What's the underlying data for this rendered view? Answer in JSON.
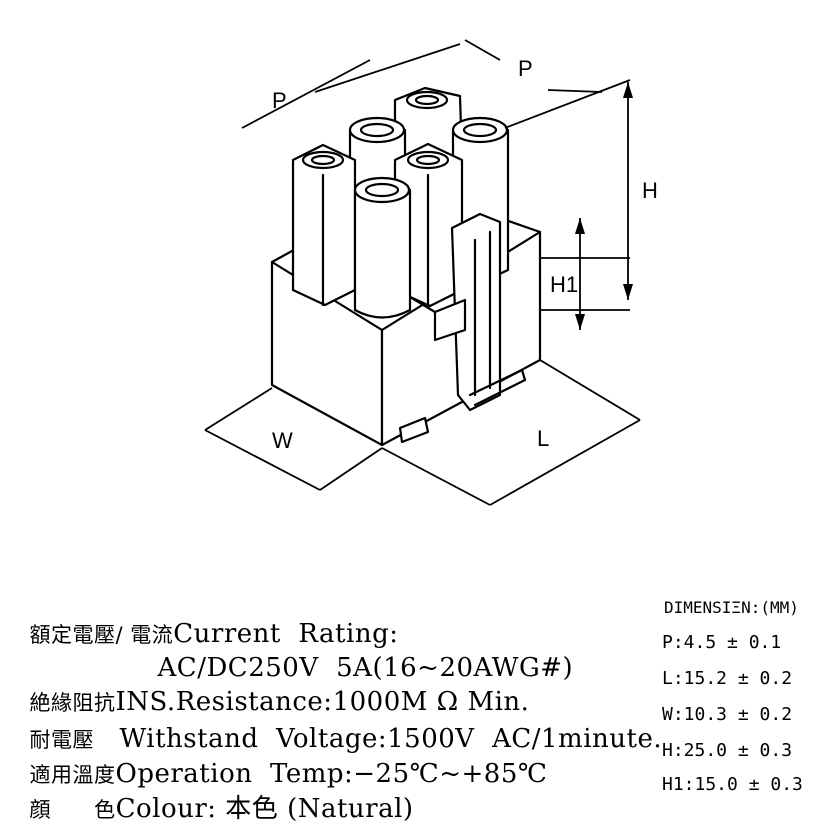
{
  "diagram": {
    "labels": {
      "p_left": "P",
      "p_right": "P",
      "h": "H",
      "h1": "H1",
      "w": "W",
      "l": "L"
    }
  },
  "specs": {
    "current": {
      "cn": "額定電壓/ 電流",
      "en": "Current  Rating:",
      "value": "AC/DC250V  5A(16~20AWG#)"
    },
    "insulation": {
      "cn": "絶緣阻抗",
      "en": "INS.Resistance:1000M Ω Min."
    },
    "withstand": {
      "cn": "耐電壓",
      "en": "Withstand  Voltage:1500V  AC/1minute."
    },
    "temp": {
      "cn": "適用溫度",
      "en": "Operation  Temp:−25℃~+85℃"
    },
    "colour": {
      "cn": "顔      色",
      "en": "Colour: 本色 (Natural)"
    }
  },
  "dimensions": {
    "title": "DIMENSIΞN:(MM)",
    "items": [
      "P:4.5 ± 0.1",
      "L:15.2 ± 0.2",
      "W:10.3 ± 0.2",
      "H:25.0 ± 0.3",
      "H1:15.0 ± 0.3"
    ]
  }
}
